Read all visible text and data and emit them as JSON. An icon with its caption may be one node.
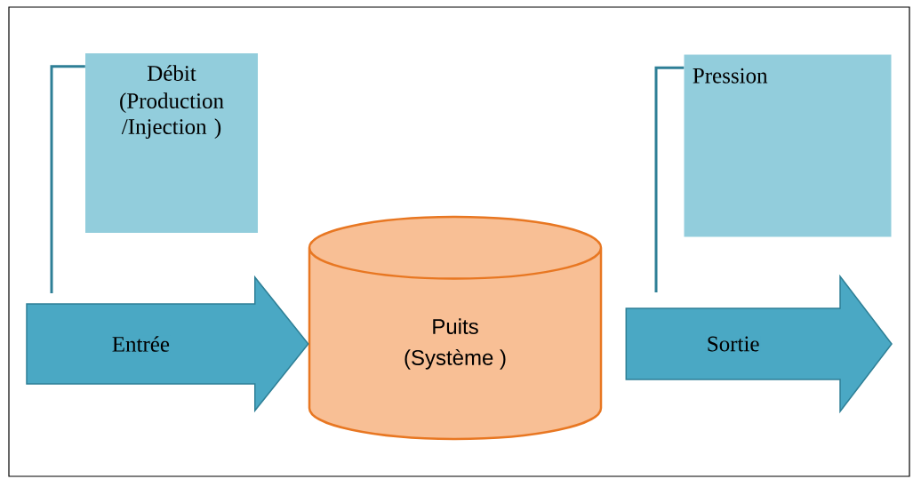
{
  "diagram": {
    "nodes": [
      {
        "text": [
          "Débit",
          "(Production /Injection )"
        ]
      },
      {
        "text": [
          "Puits",
          "(Système )"
        ]
      },
      {
        "text": [
          "Pression"
        ]
      }
    ],
    "edges": [
      {
        "from": null,
        "to": 1,
        "arrow": "to",
        "label": "Entrée",
        "style": "thick"
      },
      {
        "from": 1,
        "to": null,
        "arrow": "to",
        "label": "Sortie",
        "style": "thick"
      },
      {
        "from": 0,
        "to": null,
        "arrow": "none"
      },
      {
        "from": 2,
        "to": null,
        "arrow": "none"
      }
    ]
  }
}
